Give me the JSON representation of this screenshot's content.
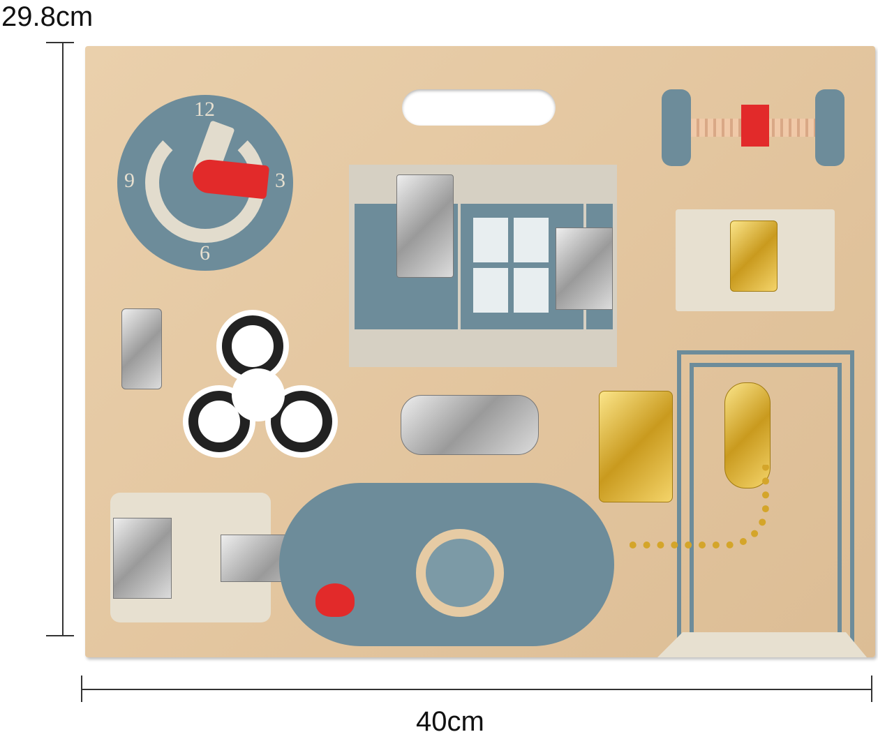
{
  "dimensions": {
    "height_label": "29.8cm",
    "width_label": "40cm"
  },
  "clock": {
    "numbers": [
      "12",
      "3",
      "6",
      "9"
    ]
  },
  "colors": {
    "wood": "#e6cba4",
    "blue_grey": "#6d8c9a",
    "cream": "#e7e0d0",
    "red": "#e22a2a",
    "gold": "#d4a52a",
    "silver": "#c2c2c2"
  }
}
